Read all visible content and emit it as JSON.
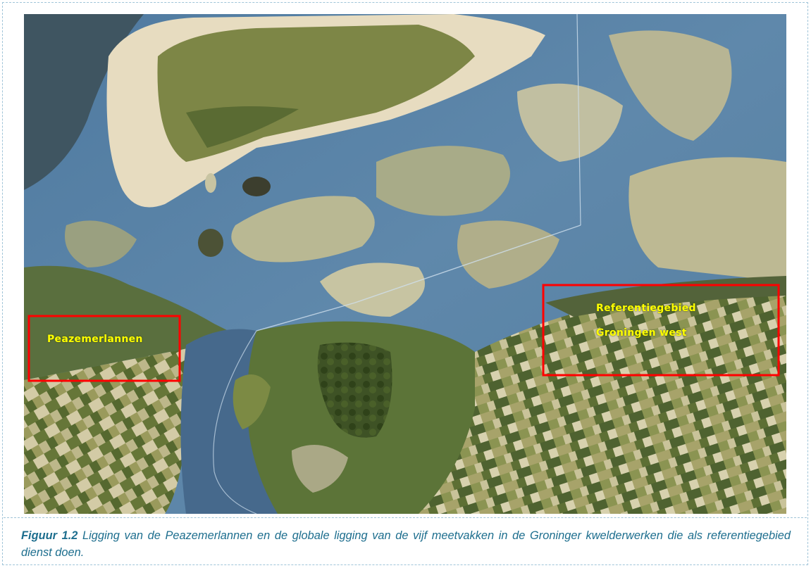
{
  "map": {
    "labels": {
      "peazemerlannen": "Peazemerlannen",
      "ref_line1": "Referentiegebied",
      "ref_line2": "Groningen west"
    },
    "highlight_color": "#ff0000",
    "label_color": "#ffff00"
  },
  "caption": {
    "figure_number": "Figuur 1.2",
    "text": "Ligging van de Peazemerlannen en de globale ligging van de vijf meetvakken in de Groninger kwelderwerken die als referentiegebied dienst doen."
  }
}
